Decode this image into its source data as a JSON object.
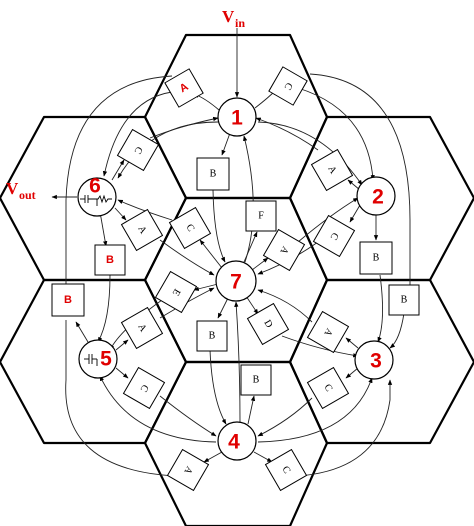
{
  "input_label": {
    "main": "V",
    "sub": "in"
  },
  "output_label": {
    "main": "V",
    "sub": "out"
  },
  "nodes": [
    "1",
    "2",
    "3",
    "4",
    "5",
    "6",
    "7"
  ],
  "blocks": {
    "b_top_a": "A",
    "b_top_c": "C",
    "b_ul_c": "C",
    "b_ul_b": "B",
    "b_ul_a": "A",
    "b_ur_a": "A",
    "b_ur_c": "C",
    "b_ur_b": "B",
    "b_c_b": "B",
    "b_c_f": "F",
    "b_c_c": "C",
    "b_c_a": "A",
    "b_c_e": "E",
    "b_c_d": "D",
    "b_c_b2": "B",
    "b_ll_b": "B",
    "b_ll_a": "A",
    "b_ll_c": "C",
    "b_lr_b": "B",
    "b_lr_a": "A",
    "b_lr_c": "C",
    "b_bot_b": "B",
    "b_bot_a": "A",
    "b_bot_c": "C"
  }
}
